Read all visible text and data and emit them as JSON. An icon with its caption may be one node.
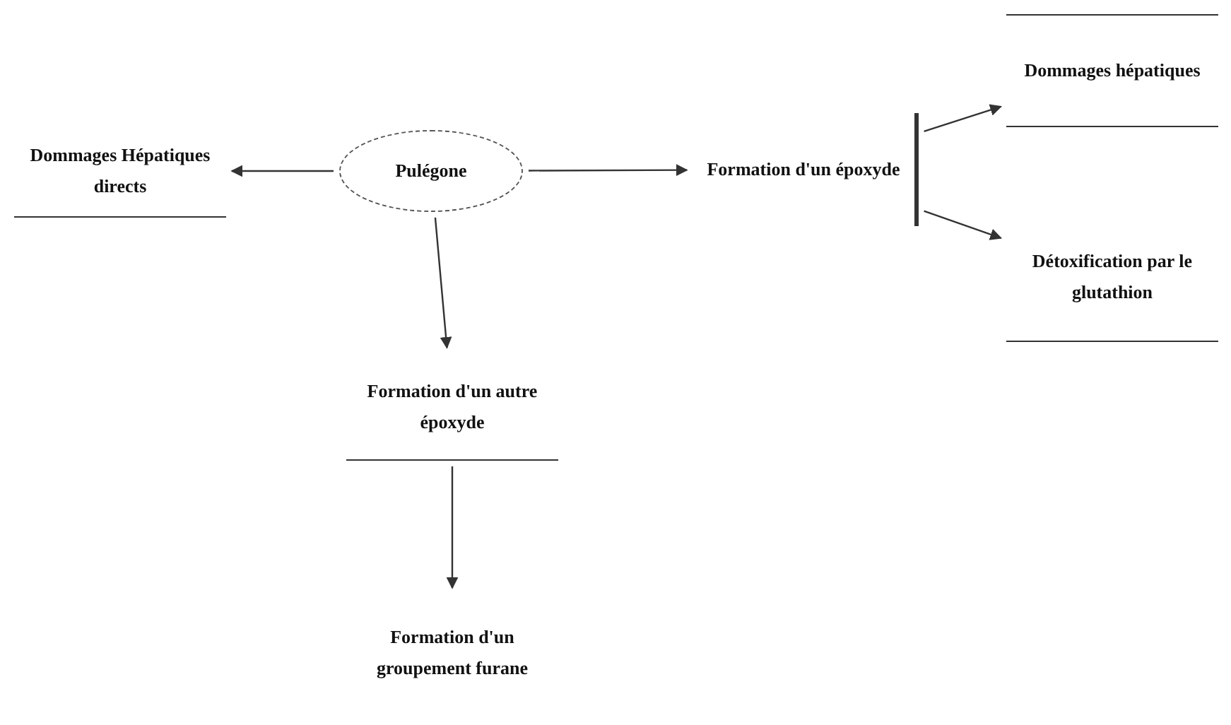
{
  "diagram": {
    "nodes": [
      {
        "text": [
          "Dommages Hépatiques directs"
        ]
      },
      {
        "text": [
          "Pulégone"
        ]
      },
      {
        "text": [
          "Formation d'un époxyde"
        ]
      },
      {
        "text": [
          "Dommages hépatiques"
        ]
      },
      {
        "text": [
          "Détoxification par le glutathion"
        ]
      },
      {
        "text": [
          "Formation d'un autre époxyde"
        ]
      },
      {
        "text": [
          "Formation d'un groupement furane"
        ]
      }
    ],
    "edges": [
      {
        "from": 1,
        "to": 0,
        "arrow": "to"
      },
      {
        "from": 1,
        "to": 2,
        "arrow": "to"
      },
      {
        "from": 2,
        "to": 3,
        "arrow": "to"
      },
      {
        "from": 2,
        "to": 4,
        "arrow": "to"
      },
      {
        "from": 1,
        "to": 5,
        "arrow": "to"
      },
      {
        "from": 5,
        "to": 6,
        "arrow": "to"
      }
    ]
  }
}
